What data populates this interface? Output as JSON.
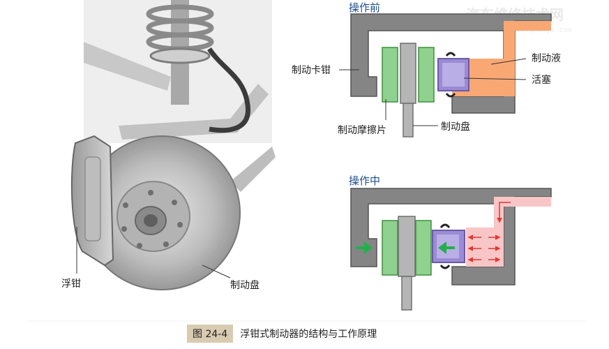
{
  "watermark": {
    "text": "汽车维修技术网",
    "url": "www.qcwxjs.com"
  },
  "photo": {
    "labels": {
      "floating_caliper": "浮钳",
      "disc": "制动盘"
    }
  },
  "before": {
    "title": "操作前",
    "labels": {
      "caliper": "制动卡钳",
      "fluid": "制动液",
      "piston": "活塞",
      "pads": "制动摩擦片",
      "disc": "制动盘"
    }
  },
  "during": {
    "title": "操作中"
  },
  "caption": {
    "number": "图 24-4",
    "title": "浮钳式制动器的结构与工作原理"
  },
  "colors": {
    "caliper": "#858585",
    "pad": "#8fd18f",
    "disc": "#b5b5b5",
    "piston": "#9b8bd4",
    "fluid_idle": "#f9a874",
    "fluid_active": "#f8c6c6",
    "arrow_red": "#e53535",
    "arrow_green": "#22b04b",
    "title_blue": "#1f4f8f"
  }
}
